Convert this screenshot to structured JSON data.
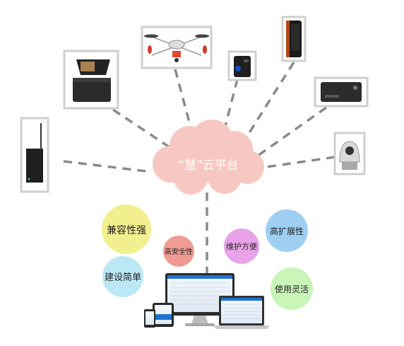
{
  "cloud": {
    "label": "“慧”云平台",
    "color": "#f7c8c2"
  },
  "line_color": "#8a8a8a",
  "devices": [
    {
      "name": "base-station-router"
    },
    {
      "name": "rugged-case-terminal"
    },
    {
      "name": "quadcopter-drone"
    },
    {
      "name": "body-camera"
    },
    {
      "name": "smartphone"
    },
    {
      "name": "vehicle-dvr"
    },
    {
      "name": "ptz-dome-camera"
    }
  ],
  "features": [
    {
      "label": "兼容性强",
      "color": "#f1ef8e"
    },
    {
      "label": "高安全性",
      "color": "#ef9b93"
    },
    {
      "label": "维护方便",
      "color": "#e8a3e8"
    },
    {
      "label": "高扩展性",
      "color": "#9ecff3"
    },
    {
      "label": "建设简单",
      "color": "#bce8f5"
    },
    {
      "label": "使用灵活",
      "color": "#c9f5b8"
    }
  ],
  "screens": {
    "accent": "#1e73d2"
  }
}
